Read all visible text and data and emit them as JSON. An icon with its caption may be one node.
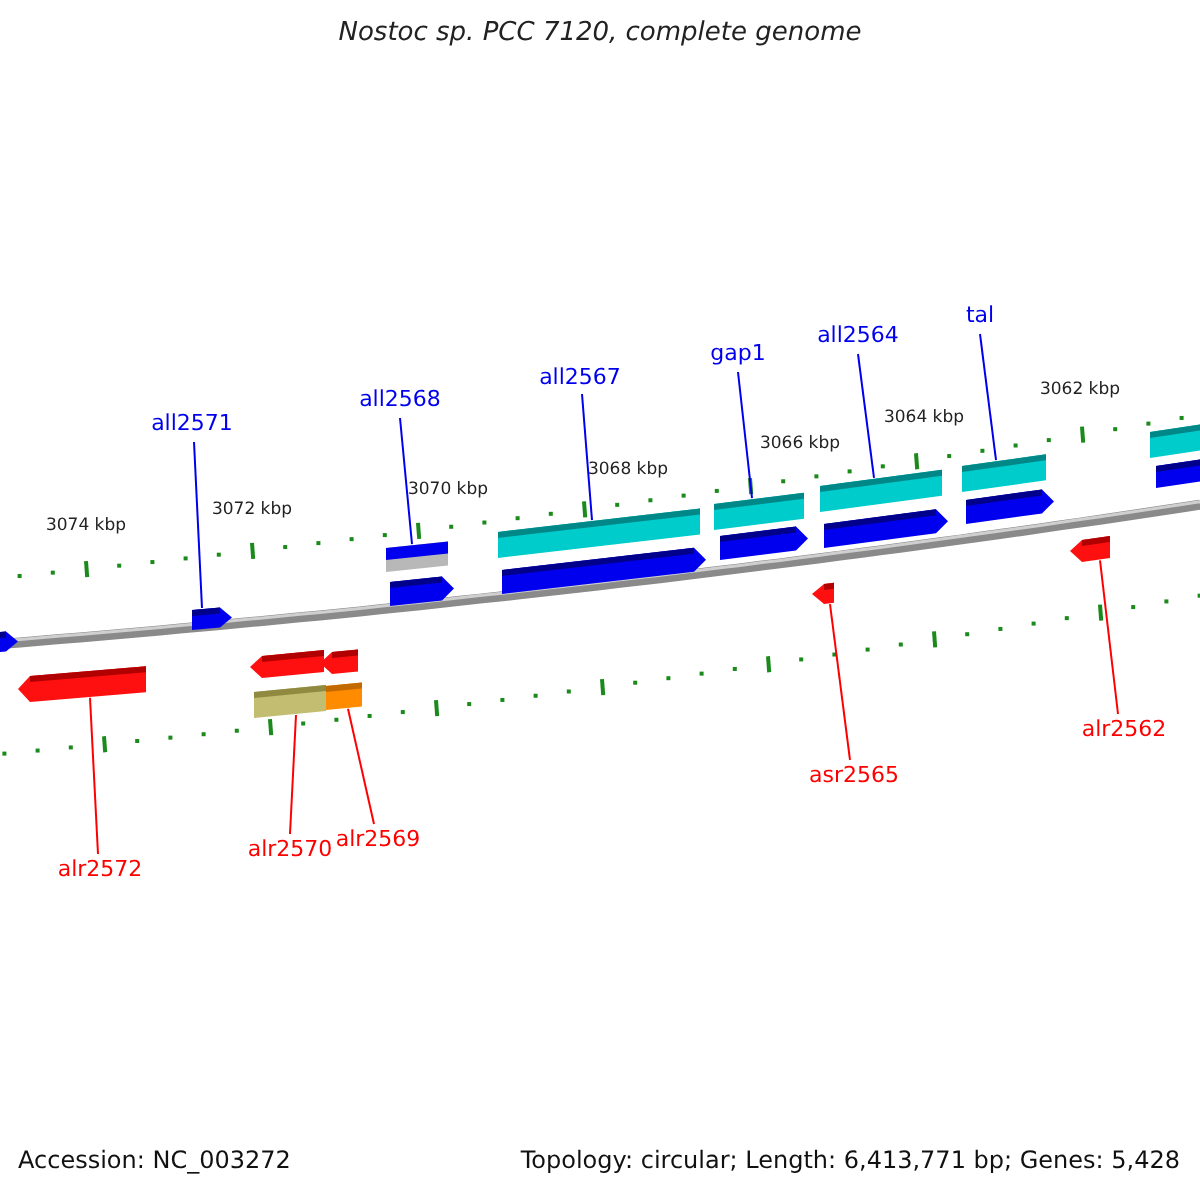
{
  "diagram": {
    "title": "Nostoc sp. PCC 7120, complete genome",
    "nodes": [
      {
        "text": [
          "all2571"
        ]
      },
      {
        "text": [
          "all2568"
        ]
      },
      {
        "text": [
          "all2567"
        ]
      },
      {
        "text": [
          "gap1"
        ]
      },
      {
        "text": [
          "all2564"
        ]
      },
      {
        "text": [
          "tal"
        ]
      },
      {
        "text": [
          "alr2572"
        ]
      },
      {
        "text": [
          "alr2570"
        ]
      },
      {
        "text": [
          "alr2569"
        ]
      },
      {
        "text": [
          "asr2565"
        ]
      },
      {
        "text": [
          "alr2562"
        ]
      },
      {
        "text": [],
        "shape": "arrow"
      },
      {
        "text": [],
        "shape": "arrow"
      },
      {
        "text": [],
        "shape": "arrow"
      },
      {
        "text": [],
        "shape": "bar"
      },
      {
        "text": [],
        "shape": "arrow"
      },
      {
        "text": [],
        "shape": "bar"
      },
      {
        "text": [],
        "shape": "arrow"
      },
      {
        "text": [],
        "shape": "bar"
      },
      {
        "text": [],
        "shape": "arrow"
      },
      {
        "text": [],
        "shape": "bar"
      },
      {
        "text": [],
        "shape": "arrow"
      },
      {
        "text": [],
        "shape": "bar"
      },
      {
        "text": [],
        "shape": "arrow"
      },
      {
        "text": [],
        "shape": "bar"
      },
      {
        "text": [],
        "shape": "arrow"
      },
      {
        "text": [],
        "shape": "arrow"
      },
      {
        "text": [],
        "shape": "bar"
      },
      {
        "text": [],
        "shape": "arrow"
      },
      {
        "text": [],
        "shape": "arrow"
      },
      {
        "text": [],
        "shape": "bar"
      },
      {
        "text": [],
        "shape": "bar"
      }
    ],
    "edges": [
      {
        "from": 0,
        "to": 13,
        "arrow": "none"
      },
      {
        "from": 1,
        "to": 18,
        "arrow": "none"
      },
      {
        "from": 2,
        "to": 20,
        "arrow": "none"
      },
      {
        "from": 3,
        "to": 22,
        "arrow": "none"
      },
      {
        "from": 4,
        "to": 24,
        "arrow": "none"
      },
      {
        "from": 5,
        "to": 27,
        "arrow": "none"
      },
      {
        "from": 6,
        "to": 12,
        "arrow": "none",
        "color": "#ff0000"
      },
      {
        "from": 7,
        "to": 14,
        "arrow": "none",
        "color": "#ff0000"
      },
      {
        "from": 8,
        "to": 16,
        "arrow": "none",
        "color": "#ff0000"
      },
      {
        "from": 9,
        "to": 25,
        "arrow": "none",
        "color": "#ff0000"
      },
      {
        "from": 10,
        "to": 29,
        "arrow": "none",
        "color": "#ff0000"
      }
    ],
    "labels": [
      "3074 kbp",
      "3072 kbp",
      "3070 kbp",
      "3068 kbp",
      "3066 kbp",
      "3064 kbp",
      "3062 kbp",
      "Accession: NC_003272",
      "Topology: circular; Length: 6,413,771 bp; Genes: 5,428"
    ]
  }
}
